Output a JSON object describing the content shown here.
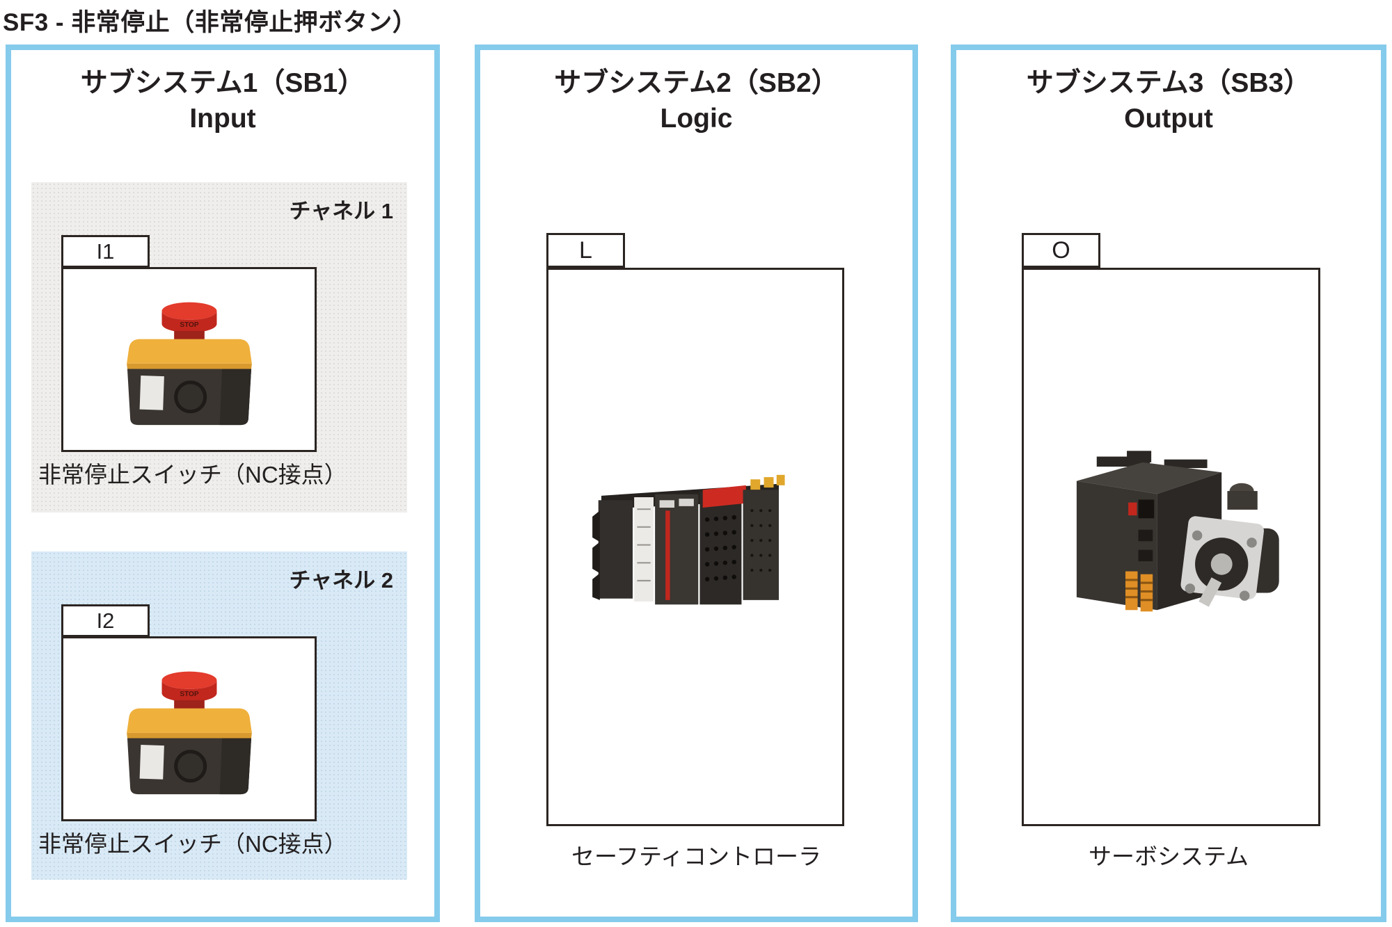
{
  "page_title": "SF3 - 非常停止（非常停止押ボタン）",
  "colors": {
    "panel_border": "#85cbec",
    "channel1_bg": "#efeeec",
    "channel2_bg": "#d9eaf6",
    "box_border": "#2b2522",
    "text": "#231f20",
    "estop_red": "#d93425",
    "estop_yellow": "#efb03c",
    "controller_red": "#cd2b22",
    "terminal_orange": "#df8f25"
  },
  "estop_cap_label": "STOP",
  "subsystems": [
    {
      "title": "サブシステム1（SB1）",
      "subtitle": "Input",
      "channels": [
        {
          "label": "チャネル 1",
          "tag": "I1",
          "caption": "非常停止スイッチ（NC接点）",
          "image": "emergency-stop-switch"
        },
        {
          "label": "チャネル 2",
          "tag": "I2",
          "caption": "非常停止スイッチ（NC接点）",
          "image": "emergency-stop-switch"
        }
      ]
    },
    {
      "title": "サブシステム2（SB2）",
      "subtitle": "Logic",
      "tag": "L",
      "caption": "セーフティコントローラ",
      "image": "safety-controller"
    },
    {
      "title": "サブシステム3（SB3）",
      "subtitle": "Output",
      "tag": "O",
      "caption": "サーボシステム",
      "image": "servo-system"
    }
  ]
}
